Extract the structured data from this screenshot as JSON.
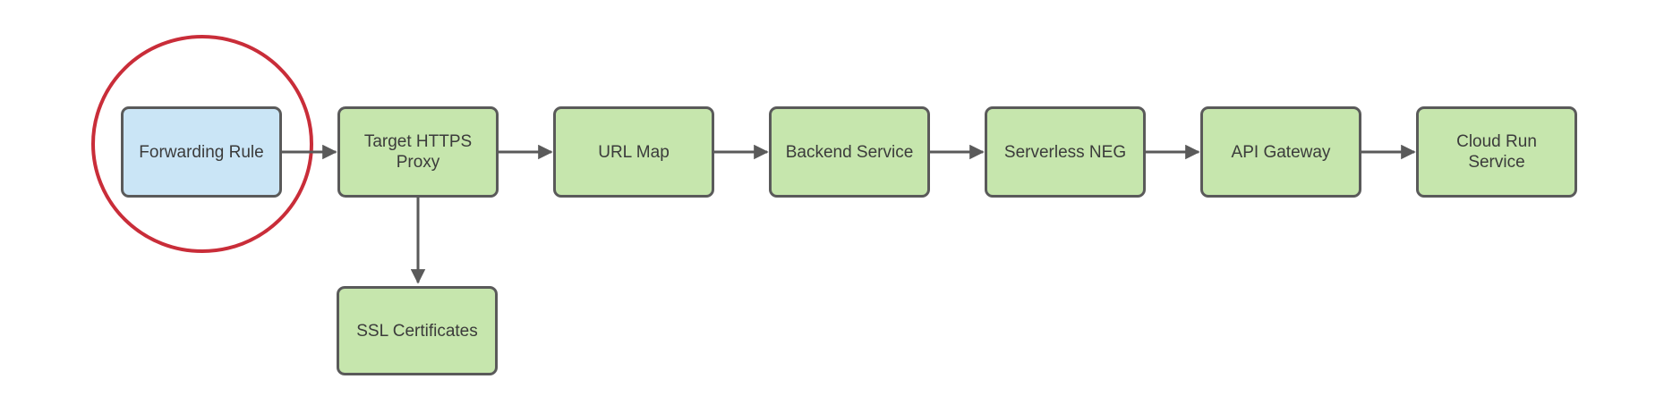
{
  "diagram": {
    "title": "",
    "colors": {
      "node_green": "#c6e6ad",
      "node_blue": "#cae5f6",
      "border": "#5a5a5a",
      "text": "#3b3b3b",
      "arrow": "#5a5a5a",
      "highlight_red": "#c92d39",
      "background": "#ffffff"
    },
    "nodes": [
      {
        "id": "forwarding-rule",
        "label": "Forwarding Rule",
        "fill": "blue",
        "highlighted": true
      },
      {
        "id": "target-https-proxy",
        "label": "Target HTTPS\nProxy",
        "fill": "green",
        "highlighted": false
      },
      {
        "id": "url-map",
        "label": "URL Map",
        "fill": "green",
        "highlighted": false
      },
      {
        "id": "backend-service",
        "label": "Backend Service",
        "fill": "green",
        "highlighted": false
      },
      {
        "id": "serverless-neg",
        "label": "Serverless NEG",
        "fill": "green",
        "highlighted": false
      },
      {
        "id": "api-gateway",
        "label": "API Gateway",
        "fill": "green",
        "highlighted": false
      },
      {
        "id": "cloud-run-service",
        "label": "Cloud Run\nService",
        "fill": "green",
        "highlighted": false
      },
      {
        "id": "ssl-certificates",
        "label": "SSL Certificates",
        "fill": "green",
        "highlighted": false
      }
    ],
    "edges": [
      {
        "from": "forwarding-rule",
        "to": "target-https-proxy",
        "direction": "right"
      },
      {
        "from": "target-https-proxy",
        "to": "url-map",
        "direction": "right"
      },
      {
        "from": "url-map",
        "to": "backend-service",
        "direction": "right"
      },
      {
        "from": "backend-service",
        "to": "serverless-neg",
        "direction": "right"
      },
      {
        "from": "serverless-neg",
        "to": "api-gateway",
        "direction": "right"
      },
      {
        "from": "api-gateway",
        "to": "cloud-run-service",
        "direction": "right"
      },
      {
        "from": "target-https-proxy",
        "to": "ssl-certificates",
        "direction": "down"
      }
    ],
    "annotation": {
      "shape": "circle",
      "target": "forwarding-rule",
      "color": "#c92d39"
    }
  }
}
